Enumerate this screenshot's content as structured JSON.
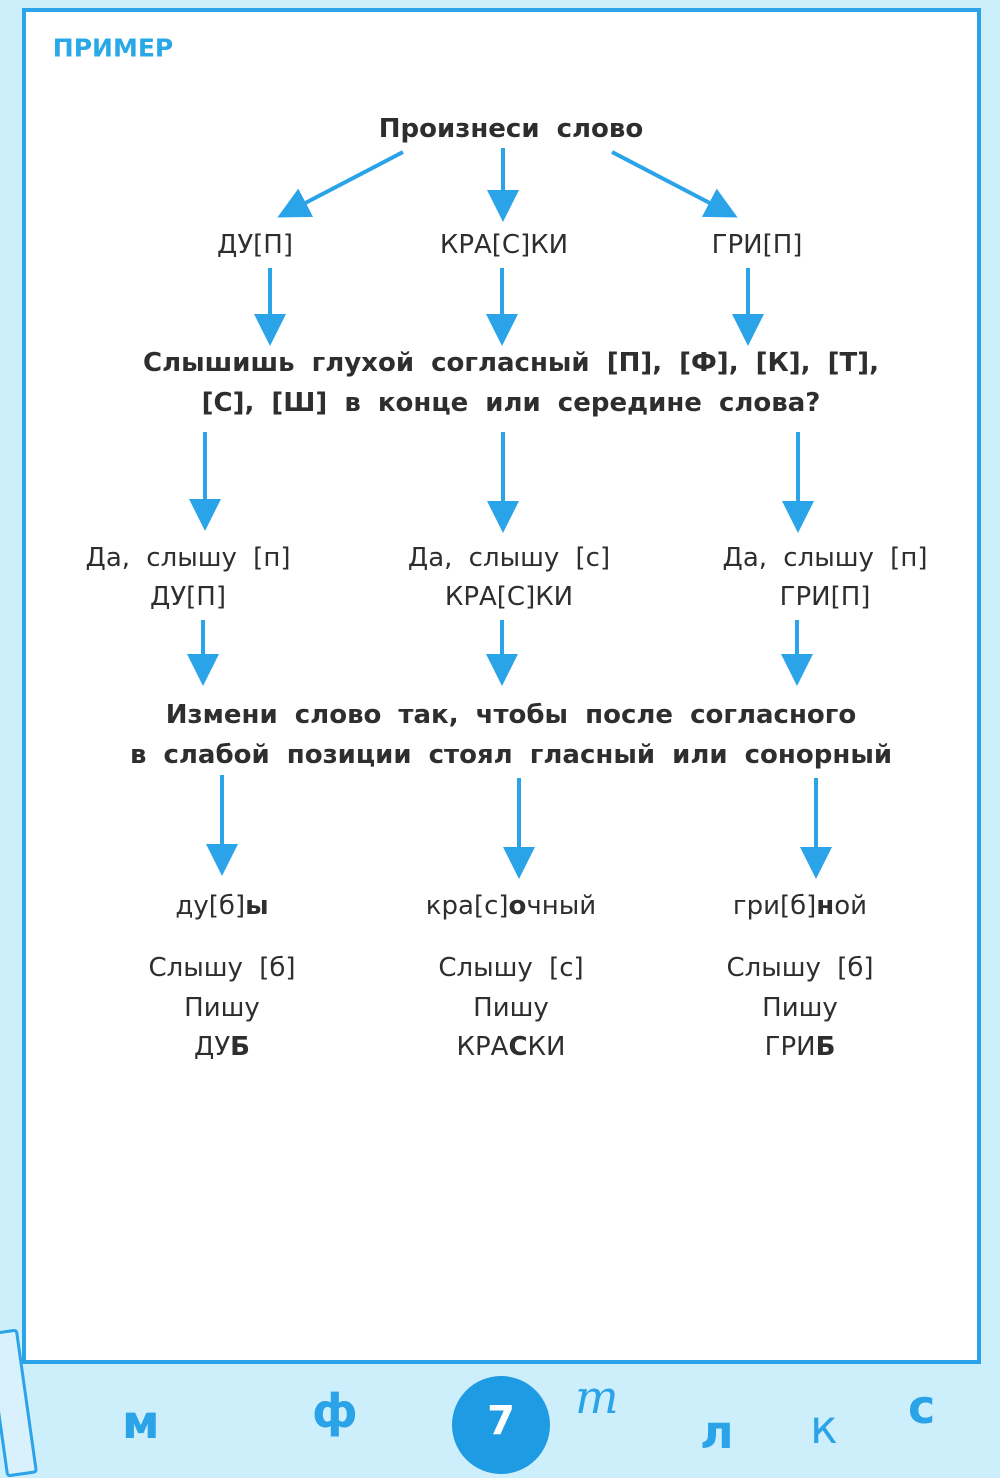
{
  "header": {
    "title": "ПРИМЕР"
  },
  "step1": {
    "text": "Произнеси слово"
  },
  "words": [
    "ДУ[П]",
    "КРА[С]КИ",
    "ГРИ[П]"
  ],
  "question": {
    "line1": "Слышишь глухой согласный [П], [Ф], [К], [Т],",
    "line2": "[С], [Ш] в конце или середине слова?"
  },
  "answers": [
    {
      "line1": "Да, слышу [п]",
      "line2": "ДУ[П]"
    },
    {
      "line1": "Да, слышу [с]",
      "line2": "КРА[С]КИ"
    },
    {
      "line1": "Да, слышу [п]",
      "line2": "ГРИ[П]"
    }
  ],
  "instruction": {
    "line1": "Измени слово так, чтобы после согласного",
    "line2": "в слабой позиции стоял гласный или сонорный"
  },
  "forms": [
    {
      "pre": "ду[б]",
      "bold": "ы",
      "post": ""
    },
    {
      "pre": "кра[с]",
      "bold": "о",
      "post": "чный"
    },
    {
      "pre": "гри[б]",
      "bold": "н",
      "post": "ой"
    }
  ],
  "results": [
    {
      "hear": "Слышу [б]",
      "write": "Пишу",
      "pre": "ДУ",
      "bold": "Б",
      "post": ""
    },
    {
      "hear": "Слышу [с]",
      "write": "Пишу",
      "pre": "КРА",
      "bold": "С",
      "post": "КИ"
    },
    {
      "hear": "Слышу [б]",
      "write": "Пишу",
      "pre": "ГРИ",
      "bold": "Б",
      "post": ""
    }
  ],
  "footer": {
    "page_number": "7",
    "decor_letters": [
      "м",
      "ф",
      "т",
      "л",
      "к",
      "с"
    ]
  },
  "colors": {
    "accent": "#2aa3e8",
    "background": "#cdeefb"
  }
}
